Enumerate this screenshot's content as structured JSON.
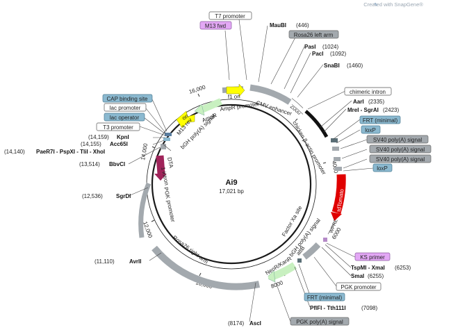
{
  "watermark": "Created with SnapGene®",
  "plasmid": {
    "name": "Ai9",
    "size": "17,021 bp"
  },
  "ruler": {
    "r2000": "2000",
    "r4000": "4000",
    "r6000": "6000",
    "r8000": "8000",
    "r10000": "10,000",
    "r12000": "12,000",
    "r14000": "14,000",
    "r16000": "16,000"
  },
  "sites": {
    "maubi": "MauBI",
    "maubi_pos": "(446)",
    "pasi": "PasI",
    "pasi_pos": "(1024)",
    "paci": "PacI",
    "paci_pos": "(1092)",
    "snabi": "SnaBI",
    "snabi_pos": "(1460)",
    "aari": "AarI",
    "aari_pos": "(2335)",
    "mrei": "MreI - SgrAI",
    "mrei_pos": "(2423)",
    "tspmi": "TspMI - XmaI",
    "tspmi_pos": "(6253)",
    "smai": "SmaI",
    "smai_pos": "(6255)",
    "pflfi": "PflFI - Tth111I",
    "pflfi_pos": "(7098)",
    "asci": "AscI",
    "asci_pos": "(8174)",
    "avrii": "AvrII",
    "avrii_pos": "(11,110)",
    "sgrdi": "SgrDI",
    "sgrdi_pos": "(12,536)",
    "bbvci": "BbvCI",
    "bbvci_pos": "(13,514)",
    "paer7i": "PaeR7I - PspXI - TliI - XhoI",
    "paer7i_pos": "(14,140)",
    "acc65i": "Acc65I",
    "acc65i_pos": "(14,155)",
    "kpni": "KpnI",
    "kpni_pos": "(14,159)"
  },
  "boxes": {
    "t7": "T7 promoter",
    "m13fwd": "M13 fwd",
    "rosa_left": "Rosa26 left arm",
    "chimeric": "chimeric intron",
    "frt_top": "FRT (minimal)",
    "loxp_top": "loxP",
    "sv40_1": "SV40 poly(A) signal",
    "sv40_2": "SV40 poly(A) signal",
    "sv40_3": "SV40 poly(A) signal",
    "loxp_bottom": "loxP",
    "ks": "KS primer",
    "pgk_prom": "PGK promoter",
    "frt_bottom": "FRT (minimal)",
    "pgk_polya": "PGK poly(A) signal",
    "cap": "CAP binding site",
    "lac_prom": "lac promoter",
    "lac_op": "lac operator",
    "t3": "T3 promoter"
  },
  "features": {
    "cmv": "CMV enhancer",
    "chicken": "chicken β-actin promoter",
    "tdtomato": "tdTomato",
    "wpre": "WPRE",
    "factorxa": "Factor Xa site",
    "bgh_inner": "bGH poly(A) signal",
    "attb": "attB",
    "neor": "NeoR/KanR",
    "rosa_right": "Rosa26 right arm",
    "pgk_inner": "PGK promoter",
    "dta": "DTA",
    "intron": "1 intron",
    "f1ori": "f1 ori",
    "ampr_prom": "AmpR promoter",
    "ampr": "AmpR",
    "bgh_left": "bGH poly(A) signal",
    "m13rev": "M13 rev",
    "ori": "ori"
  }
}
